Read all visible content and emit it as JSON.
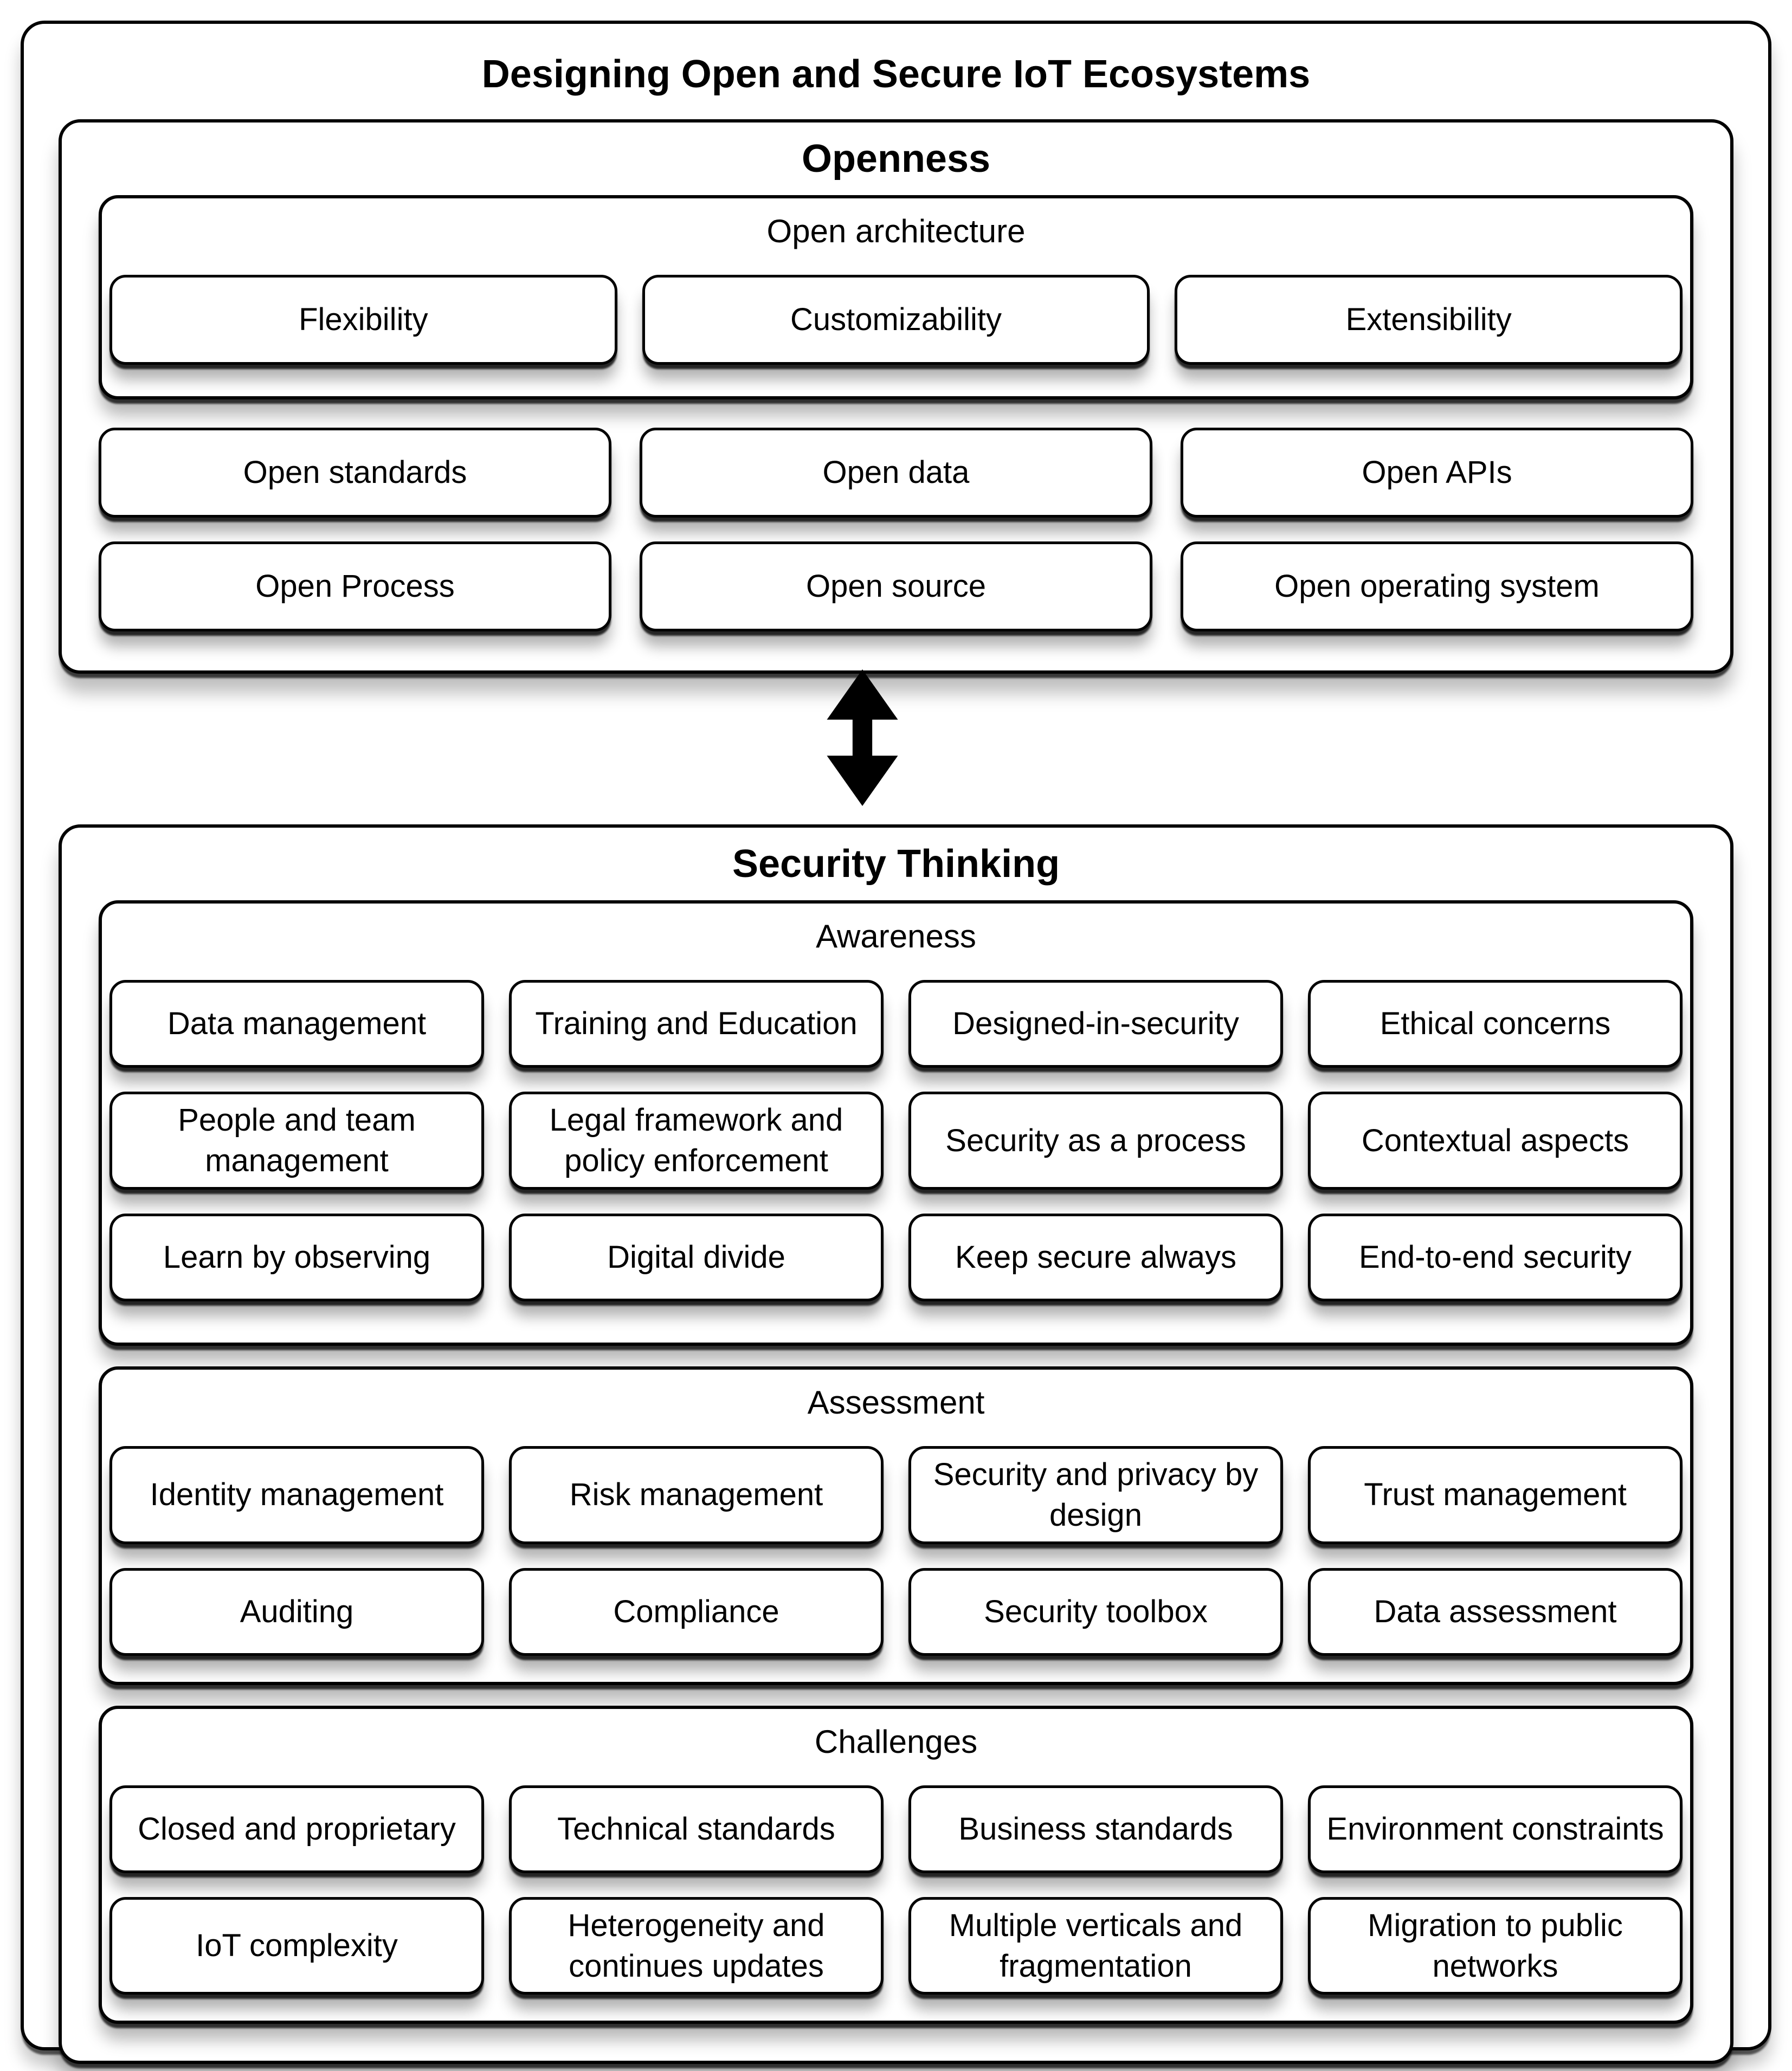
{
  "title": "Designing Open and Secure IoT Ecosystems",
  "arrow_icon": "double-headed-vertical-arrow",
  "colors": {
    "ink": "#000000",
    "paper": "#ffffff"
  },
  "openness": {
    "label": "Openness",
    "open_architecture": {
      "label": "Open architecture",
      "items": [
        "Flexibility",
        "Customizability",
        "Extensibility"
      ]
    },
    "rows": [
      [
        "Open standards",
        "Open data",
        "Open APIs"
      ],
      [
        "Open Process",
        "Open source",
        "Open operating system"
      ]
    ]
  },
  "security_thinking": {
    "label": "Security Thinking",
    "awareness": {
      "label": "Awareness",
      "rows": [
        [
          "Data management",
          "Training and Education",
          "Designed-in-security",
          "Ethical concerns"
        ],
        [
          "People and team management",
          "Legal framework and policy enforcement",
          "Security as a process",
          "Contextual aspects"
        ],
        [
          "Learn by observing",
          "Digital divide",
          "Keep secure always",
          "End-to-end security"
        ]
      ]
    },
    "assessment": {
      "label": "Assessment",
      "rows": [
        [
          "Identity management",
          "Risk management",
          "Security and privacy by design",
          "Trust management"
        ],
        [
          "Auditing",
          "Compliance",
          "Security toolbox",
          "Data assessment"
        ]
      ]
    },
    "challenges": {
      "label": "Challenges",
      "rows": [
        [
          "Closed and proprietary",
          "Technical standards",
          "Business standards",
          "Environment constraints"
        ],
        [
          "IoT complexity",
          "Heterogeneity and continues updates",
          "Multiple verticals and fragmentation",
          "Migration to public networks"
        ]
      ]
    }
  }
}
